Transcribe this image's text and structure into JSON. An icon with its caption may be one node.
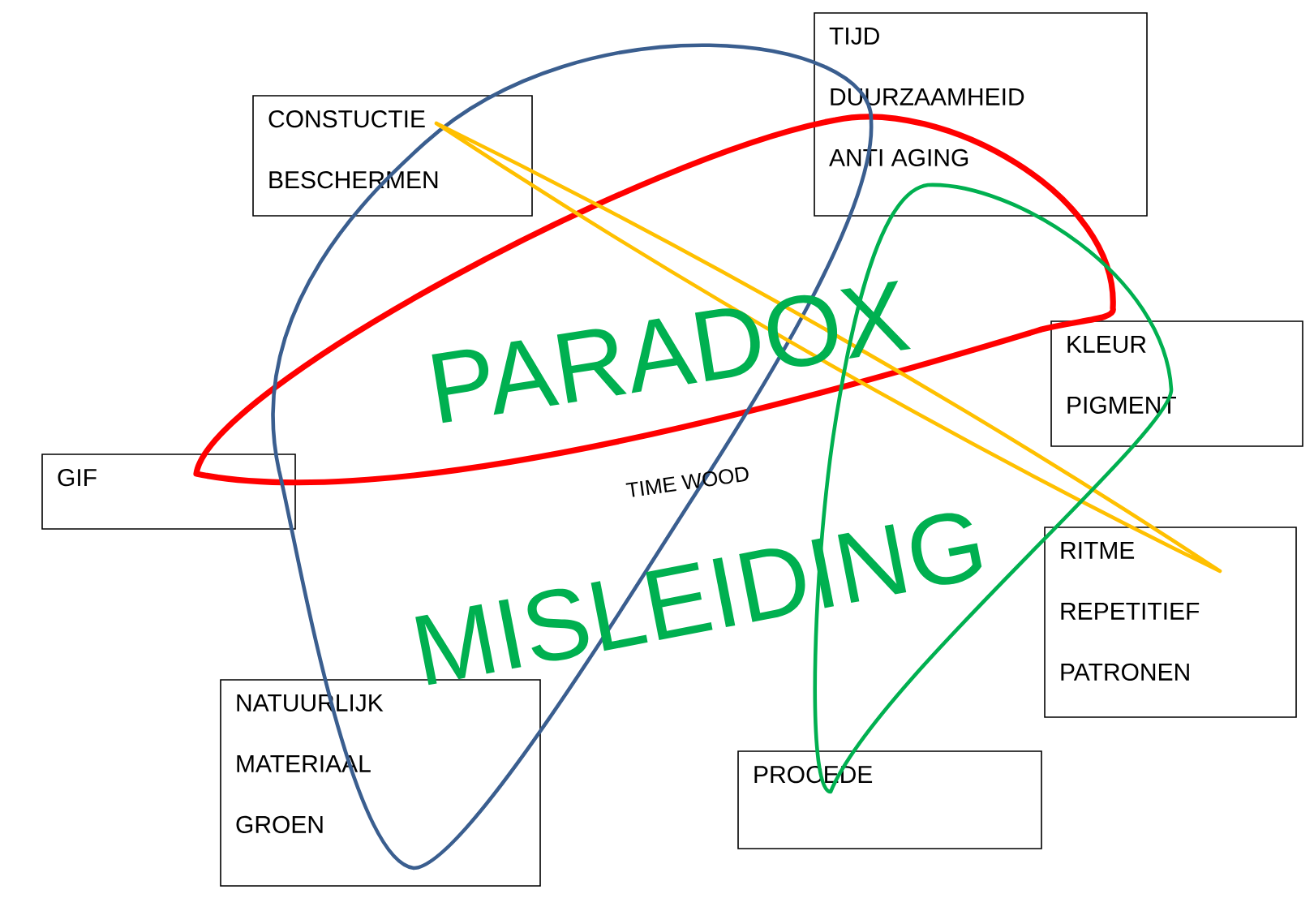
{
  "diagram": {
    "nodes": [
      {
        "text": [
          "TIJD",
          "DUURZAAMHEID",
          "ANTI AGING"
        ]
      },
      {
        "text": [
          "CONSTUCTIE",
          "BESCHERMEN"
        ]
      },
      {
        "text": [
          "KLEUR",
          "PIGMENT"
        ]
      },
      {
        "text": [
          "GIF"
        ]
      },
      {
        "text": [
          "RITME",
          "REPETITIEF",
          "PATRONEN"
        ]
      },
      {
        "text": [
          "NATUURLIJK",
          "MATERIAAL",
          "GROEN"
        ]
      },
      {
        "text": [
          "PROCEDE"
        ]
      }
    ],
    "edges": [
      {
        "from": 3,
        "to": 2,
        "arrow": "none",
        "style": "thick",
        "color": "#ff0000"
      },
      {
        "from": 5,
        "to": 0,
        "arrow": "none",
        "color": "#3a5e8f"
      },
      {
        "from": 1,
        "to": 4,
        "arrow": "none",
        "color": "#ffc000"
      },
      {
        "from": 0,
        "to": 6,
        "arrow": "none",
        "color": "#00b050"
      }
    ],
    "labels": [
      "PARADOX",
      "TIME WOOD",
      "MISLEIDING"
    ]
  }
}
